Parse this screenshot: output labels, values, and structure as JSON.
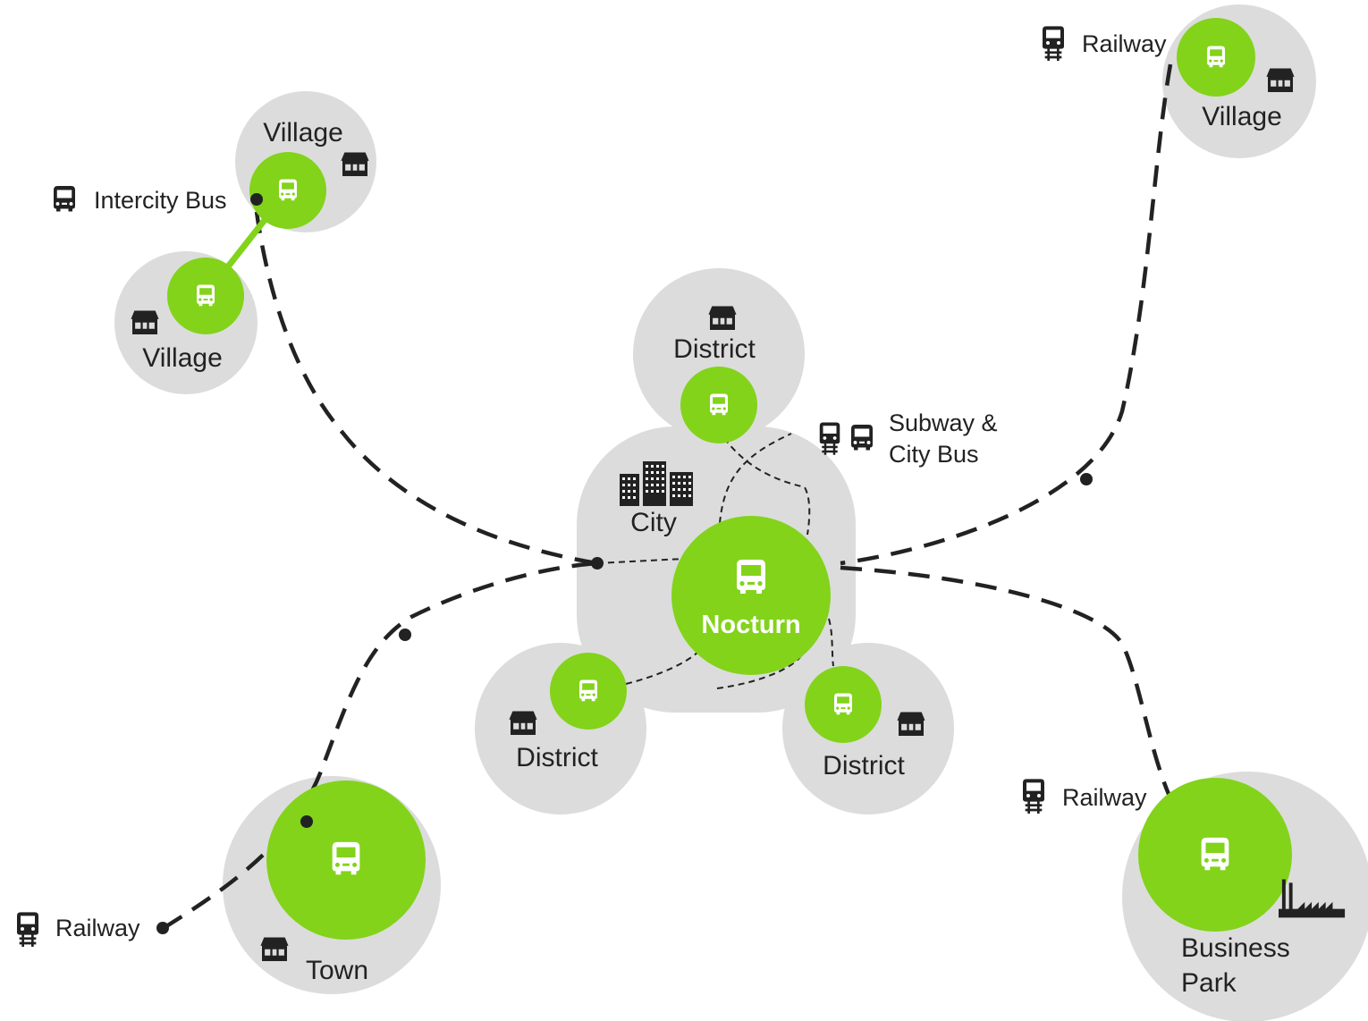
{
  "colors": {
    "area": "#dcdcdc",
    "stop": "#82d31a",
    "route": "#222222",
    "stop_icon": "#ffffff"
  },
  "icons": {
    "bus": "bus-icon",
    "house": "house-icon",
    "train": "train-icon",
    "buildings": "city-buildings-icon",
    "factory": "factory-icon"
  },
  "labels": {
    "village_nw": "Village",
    "village_w": "Village",
    "village_ne": "Village",
    "district_n": "District",
    "district_sw": "District",
    "district_se": "District",
    "city": "City",
    "nocturn": "Nocturn",
    "town": "Town",
    "business_park_line1": "Business",
    "business_park_line2": "Park",
    "intercity_bus": "Intercity Bus",
    "railway_ne": "Railway",
    "railway_se": "Railway",
    "railway_sw": "Railway",
    "subway_line1": "Subway &",
    "subway_line2": "City Bus"
  }
}
